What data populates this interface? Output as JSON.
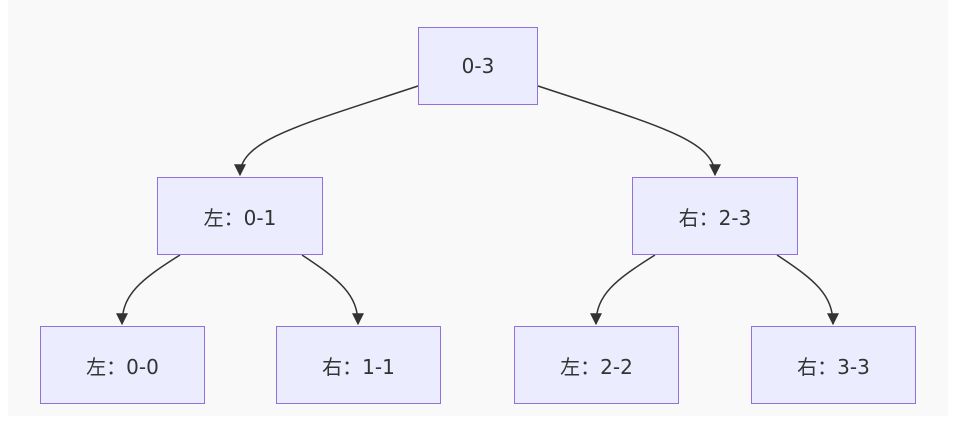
{
  "diagram": {
    "nodes": {
      "root": "0-3",
      "left": "左：0-1",
      "right": "右：2-3",
      "left_left": "左：0-0",
      "left_right": "右：1-1",
      "right_left": "左：2-2",
      "right_right": "右：3-3"
    },
    "edges": [
      {
        "from": "root",
        "to": "left"
      },
      {
        "from": "root",
        "to": "right"
      },
      {
        "from": "left",
        "to": "left_left"
      },
      {
        "from": "left",
        "to": "left_right"
      },
      {
        "from": "right",
        "to": "right_left"
      },
      {
        "from": "right",
        "to": "right_right"
      }
    ],
    "colors": {
      "node_fill": "#ececff",
      "node_border": "#9370db",
      "edge": "#333333",
      "background": "#f9f9f9"
    }
  }
}
